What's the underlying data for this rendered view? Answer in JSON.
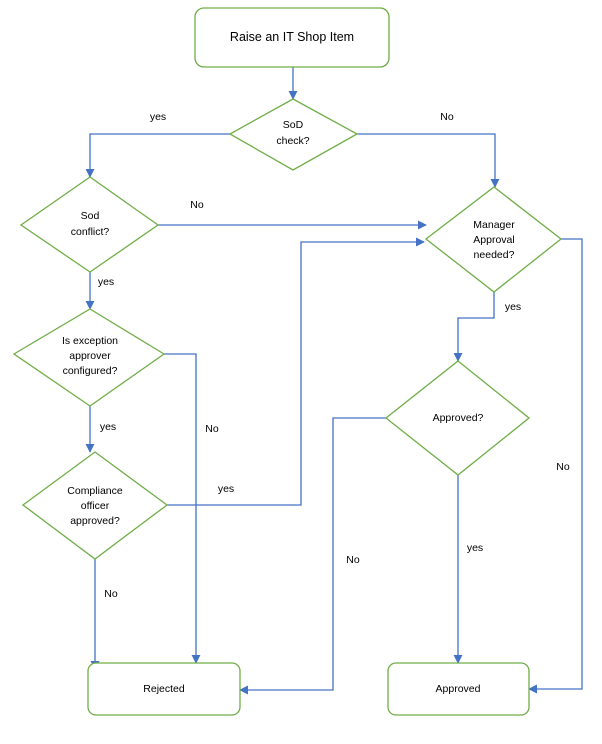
{
  "nodes": {
    "start": {
      "lines": [
        "Raise an IT Shop Item"
      ]
    },
    "sod_check": {
      "lines": [
        "SoD",
        "check?"
      ]
    },
    "sod_conflict": {
      "lines": [
        "Sod",
        "conflict?"
      ]
    },
    "manager_approval": {
      "lines": [
        "Manager",
        "Approval",
        "needed?"
      ]
    },
    "exception_approver": {
      "lines": [
        "Is exception",
        "approver",
        "configured?"
      ]
    },
    "approved_check": {
      "lines": [
        "Approved?"
      ]
    },
    "compliance_officer": {
      "lines": [
        "Compliance",
        "officer",
        "approved?"
      ]
    },
    "rejected": {
      "lines": [
        "Rejected"
      ]
    },
    "approved": {
      "lines": [
        "Approved"
      ]
    }
  },
  "edge_labels": {
    "sod_check_yes": "yes",
    "sod_check_no": "No",
    "sod_conflict_no": "No",
    "sod_conflict_yes": "yes",
    "manager_yes": "yes",
    "exception_no": "No",
    "exception_yes": "yes",
    "compliance_yes": "yes",
    "approved_check_no": "No",
    "approved_check_yes": "yes",
    "manager_no": "No",
    "compliance_no": "No"
  },
  "colors": {
    "shape_border": "#70ad47",
    "connector": "#4472c4"
  }
}
